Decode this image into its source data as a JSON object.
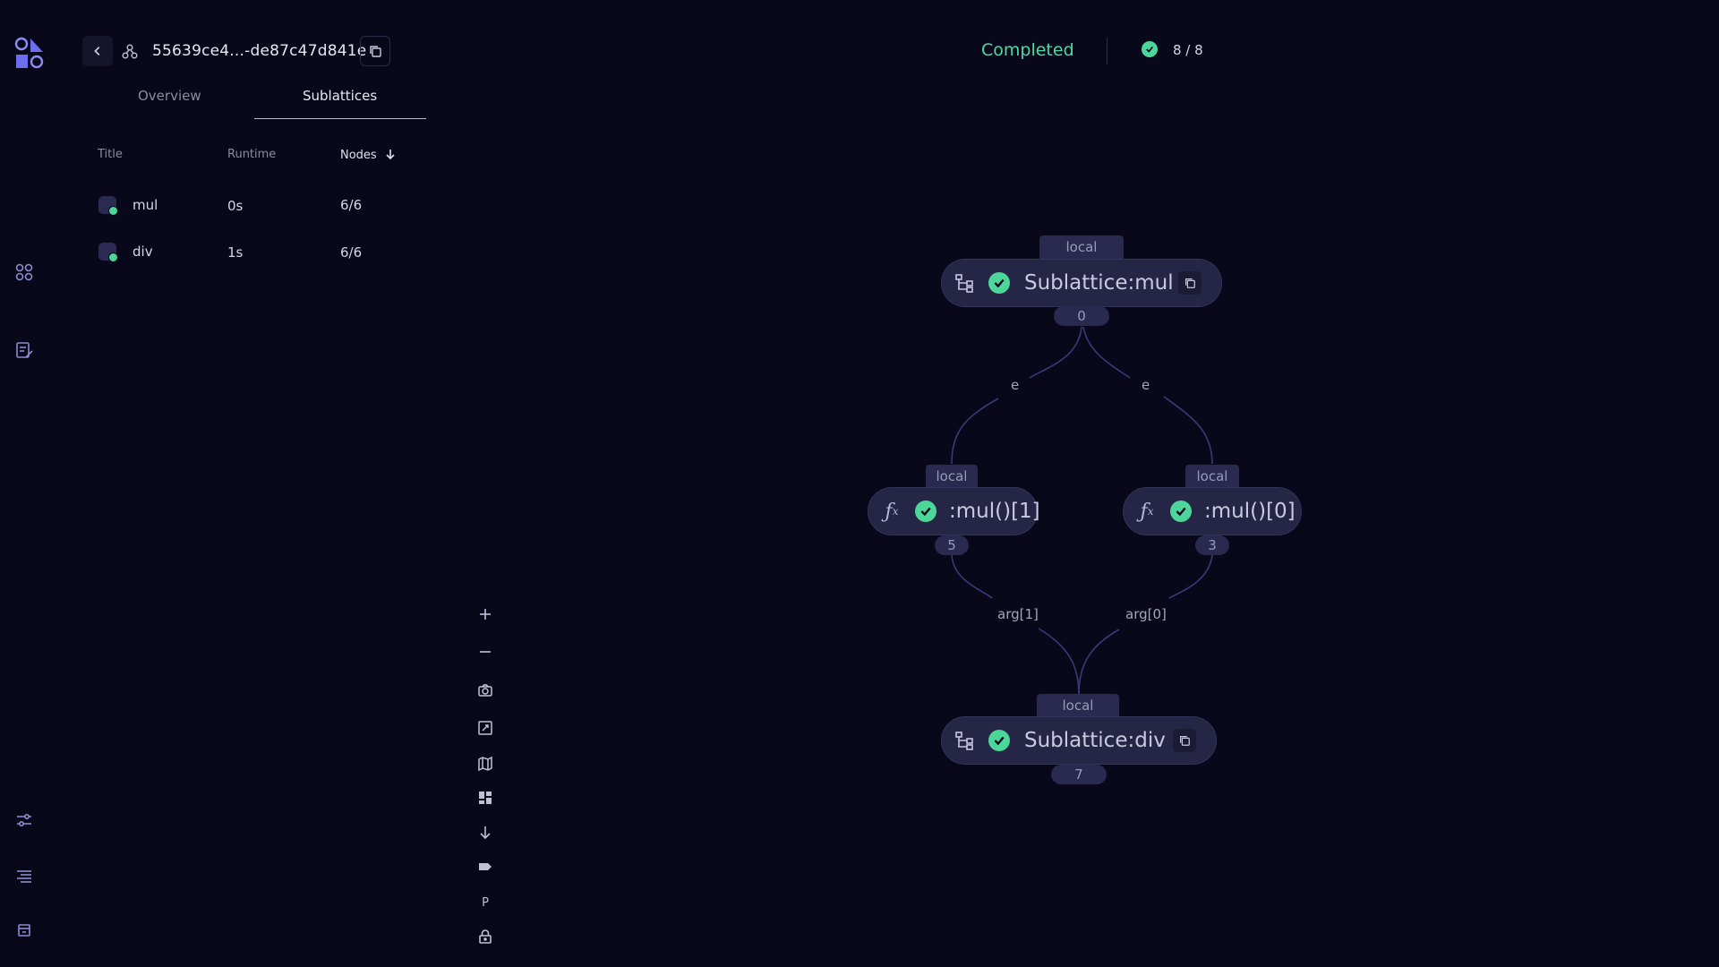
{
  "header": {
    "dispatch_id": "55639ce4...-de87c47d841e"
  },
  "tabs": [
    {
      "label": "Overview",
      "active": false
    },
    {
      "label": "Sublattices",
      "active": true
    }
  ],
  "table": {
    "columns": [
      "Title",
      "Runtime",
      "Nodes"
    ],
    "sorted_column": "Nodes",
    "rows": [
      {
        "title": "mul",
        "runtime": "0s",
        "nodes": "6/6"
      },
      {
        "title": "div",
        "runtime": "1s",
        "nodes": "6/6"
      }
    ]
  },
  "status": {
    "label": "Completed",
    "count": "8 / 8",
    "color": "#4ed9a2"
  },
  "graph": {
    "nodes": [
      {
        "id": "sub-mul",
        "kind": "sublattice",
        "label": "Sublattice:mul",
        "executor": "local",
        "port": "0"
      },
      {
        "id": "mul-1",
        "kind": "function",
        "label": ":mul()[1]",
        "executor": "local",
        "port": "5"
      },
      {
        "id": "mul-0",
        "kind": "function",
        "label": ":mul()[0]",
        "executor": "local",
        "port": "3"
      },
      {
        "id": "sub-div",
        "kind": "sublattice",
        "label": "Sublattice:div",
        "executor": "local",
        "port": "7"
      }
    ],
    "edges": [
      {
        "from": "sub-mul",
        "to": "mul-1",
        "label": "e"
      },
      {
        "from": "sub-mul",
        "to": "mul-0",
        "label": "e"
      },
      {
        "from": "mul-1",
        "to": "sub-div",
        "label": "arg[1]"
      },
      {
        "from": "mul-0",
        "to": "sub-div",
        "label": "arg[0]"
      }
    ]
  },
  "toolbar": {
    "labels_toggle": "P"
  },
  "icons": {
    "logo": "covalent-logo-icon",
    "nav": [
      "dashboard-icon",
      "notes-icon",
      "settings-sliders-icon",
      "logs-icon",
      "archive-icon"
    ],
    "tools": [
      "zoom-in-icon",
      "zoom-out-icon",
      "camera-icon",
      "fit-view-icon",
      "map-icon",
      "layout-icon",
      "download-icon",
      "label-icon",
      "lock-icon"
    ]
  }
}
